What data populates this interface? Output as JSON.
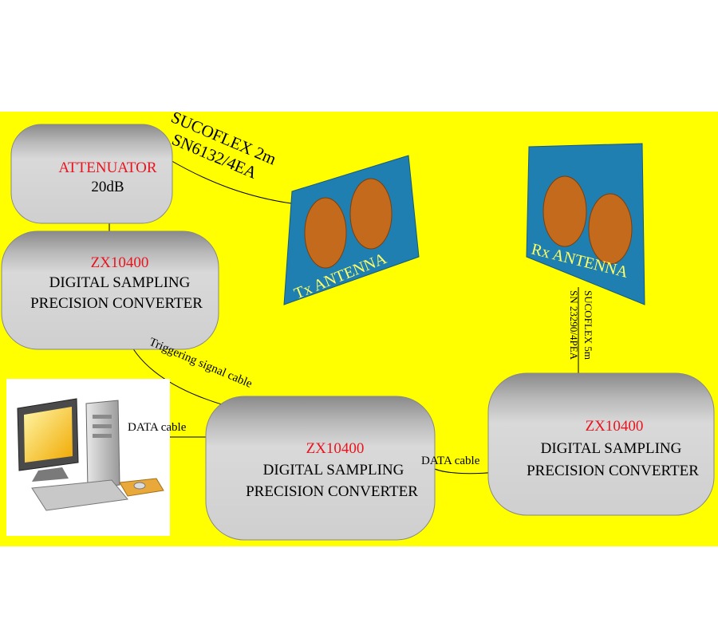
{
  "colors": {
    "background": "#ffff00",
    "box_fill": "#d2d2d2",
    "model_text": "#e8141e",
    "antenna_panel": "#1f7fb0",
    "antenna_element": "#c46a1c",
    "antenna_label": "#ffff66"
  },
  "attenuator": {
    "title": "ATTENUATOR",
    "value": "20dB"
  },
  "converter_top": {
    "model": "ZX10400",
    "line1": "DIGITAL SAMPLING",
    "line2": "PRECISION CONVERTER"
  },
  "converter_middle": {
    "model": "ZX10400",
    "line1": "DIGITAL SAMPLING",
    "line2": "PRECISION CONVERTER"
  },
  "converter_right": {
    "model": "ZX10400",
    "line1": "DIGITAL SAMPLING",
    "line2": "PRECISION CONVERTER"
  },
  "tx_antenna": {
    "label": "Tx ANTENNA"
  },
  "rx_antenna": {
    "label": "Rx ANTENNA"
  },
  "cables": {
    "tx_cable_line1": "SUCOFLEX 2m",
    "tx_cable_line2": "SN6132/4EA",
    "rx_cable_line1": "SUCOFLEX 5m",
    "rx_cable_line2": "SN 23290/4PEA",
    "trigger": "Triggering signal cable",
    "data_pc": "DATA cable",
    "data_converters": "DATA cable"
  },
  "computer": {
    "icon": "desktop-computer-icon"
  }
}
